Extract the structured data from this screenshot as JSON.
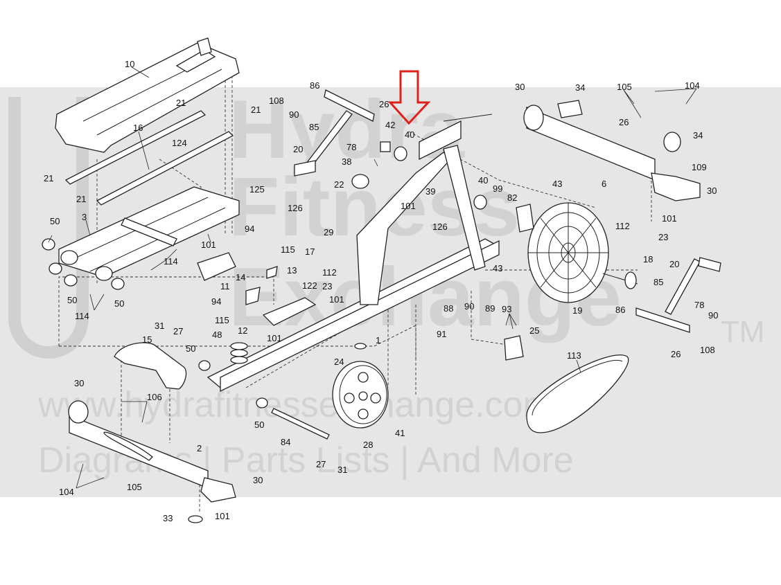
{
  "watermark": {
    "brand_line1": "Hydra",
    "brand_line2": "Fitness",
    "brand_line3": "Exchange",
    "trademark": "TM",
    "url": "www.hydrafitnessexchange.com",
    "tagline": "Diagrams | Parts Lists | And More"
  },
  "callout": {
    "arrow_color": "#e0211b",
    "highlighted_part": "40"
  },
  "part_labels": [
    "10",
    "21",
    "21",
    "16",
    "124",
    "21",
    "21",
    "125",
    "3",
    "50",
    "50",
    "50",
    "114",
    "114",
    "101",
    "11",
    "94",
    "115",
    "13",
    "17",
    "122",
    "14",
    "94",
    "115",
    "12",
    "101",
    "126",
    "29",
    "86",
    "108",
    "90",
    "85",
    "78",
    "20",
    "26",
    "42",
    "40",
    "38",
    "22",
    "39",
    "101",
    "126",
    "112",
    "23",
    "101",
    "88",
    "90",
    "89",
    "91",
    "1",
    "24",
    "31",
    "27",
    "15",
    "50",
    "48",
    "30",
    "106",
    "2",
    "104",
    "105",
    "33",
    "101",
    "30",
    "84",
    "50",
    "27",
    "31",
    "28",
    "41",
    "30",
    "34",
    "105",
    "104",
    "26",
    "34",
    "109",
    "6",
    "30",
    "43",
    "40",
    "99",
    "82",
    "101",
    "112",
    "23",
    "43",
    "18",
    "85",
    "20",
    "86",
    "19",
    "93",
    "25",
    "78",
    "90",
    "26",
    "108",
    "113"
  ]
}
